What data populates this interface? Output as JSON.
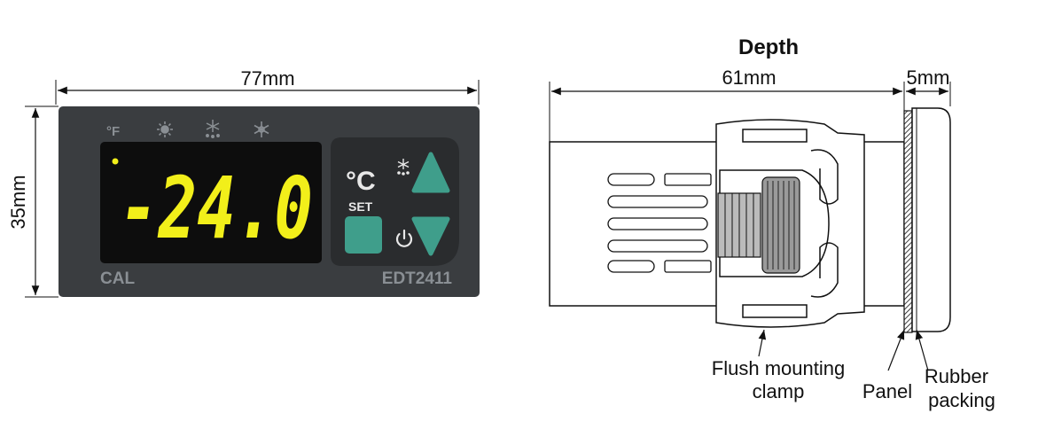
{
  "front": {
    "width_label": "77mm",
    "height_label": "35mm",
    "unit_label": "°F",
    "display_value": "-24.0",
    "celsius_label": "°C",
    "set_label": "SET",
    "brand_left": "CAL",
    "brand_right": "EDT2411"
  },
  "side": {
    "title": "Depth",
    "depth_label": "61mm",
    "thickness_label": "5mm",
    "clamp_label_line1": "Flush mounting",
    "clamp_label_line2": "clamp",
    "panel_label": "Panel",
    "rubber_label_line1": "Rubber",
    "rubber_label_line2": "packing"
  },
  "colors": {
    "body": "#3a3d40",
    "display": "#0d0d0d",
    "led": "#f2ef1a",
    "button": "#3f9e8b",
    "ink": "#111111"
  },
  "icons": [
    "sun-icon",
    "defrost-icon",
    "snowflake-icon",
    "power-icon",
    "arrow-up-icon",
    "arrow-down-icon"
  ]
}
